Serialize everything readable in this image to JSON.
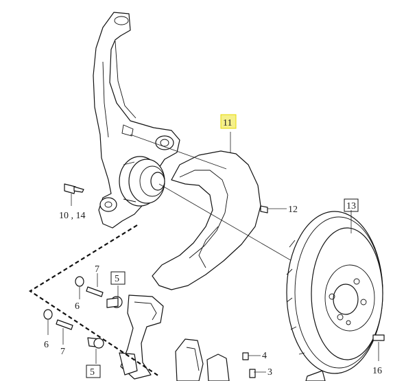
{
  "diagram": {
    "callouts": {
      "c10_14": "10 , 14",
      "c7a": "7",
      "c5a": "5",
      "c6a": "6",
      "c6b": "6",
      "c7b": "7",
      "c5b": "5",
      "c11": "11",
      "c12": "12",
      "c13": "13",
      "c4": "4",
      "c3": "3",
      "c16": "16"
    },
    "highlight_color": "#f5f08a",
    "highlight_border": "#e6d800"
  }
}
